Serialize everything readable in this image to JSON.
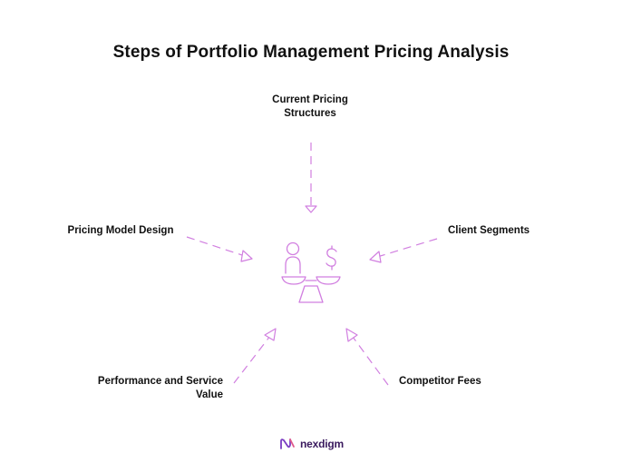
{
  "title": "Steps of Portfolio Management Pricing Analysis",
  "nodes": {
    "top": "Current Pricing Structures",
    "left": "Pricing Model Design",
    "right": "Client Segments",
    "bottom_left": "Performance and Service Value",
    "bottom_right": "Competitor Fees"
  },
  "center_icon": "balance-scale-person-dollar-icon",
  "brand": {
    "name": "nexdigm",
    "logo_icon": "nexdigm-logo-icon"
  },
  "colors": {
    "accent": "#d17fe0",
    "text": "#111111",
    "brand": "#3a1a5e"
  }
}
